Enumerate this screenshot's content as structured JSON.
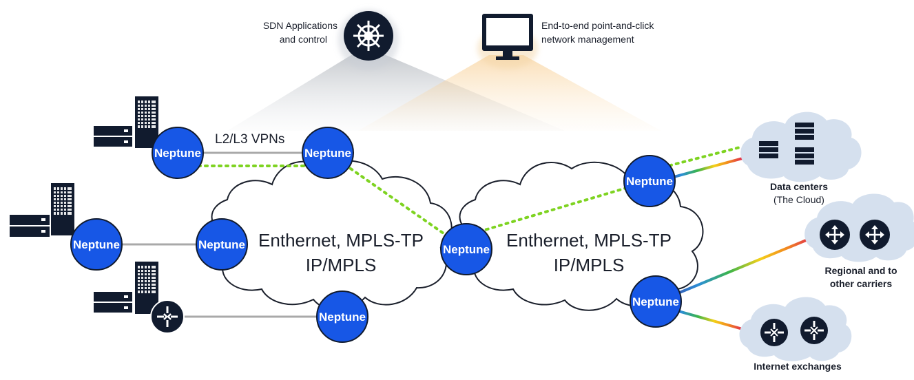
{
  "top": {
    "sdn_label_line1": "SDN Applications",
    "sdn_label_line2": "and control",
    "mgmt_label_line1": "End-to-end point-and-click",
    "mgmt_label_line2": "network management"
  },
  "vpn_label": "L2/L3 VPNs",
  "node_label": "Neptune",
  "clouds": {
    "left_line1": "Enthernet, MPLS-TP",
    "left_line2": "IP/MPLS",
    "right_line1": "Enthernet, MPLS-TP",
    "right_line2": "IP/MPLS"
  },
  "destinations": {
    "data_centers_line1": "Data centers",
    "data_centers_line2": "(The Cloud)",
    "regional_line1": "Regional and to",
    "regional_line2": "other carriers",
    "internet": "Internet exchanges"
  },
  "colors": {
    "node_blue": "#1757e6",
    "dark_navy": "#111b2e",
    "dotted_green": "#7ed321",
    "cloud_fill": "#d5e0ee",
    "line_gray": "#a9a9a9"
  },
  "icons": {
    "sdn": "ship-wheel-icon",
    "mgmt": "monitor-icon",
    "servers": "server-rack-icon",
    "buildings": "office-building-icon",
    "router": "router-icon"
  }
}
